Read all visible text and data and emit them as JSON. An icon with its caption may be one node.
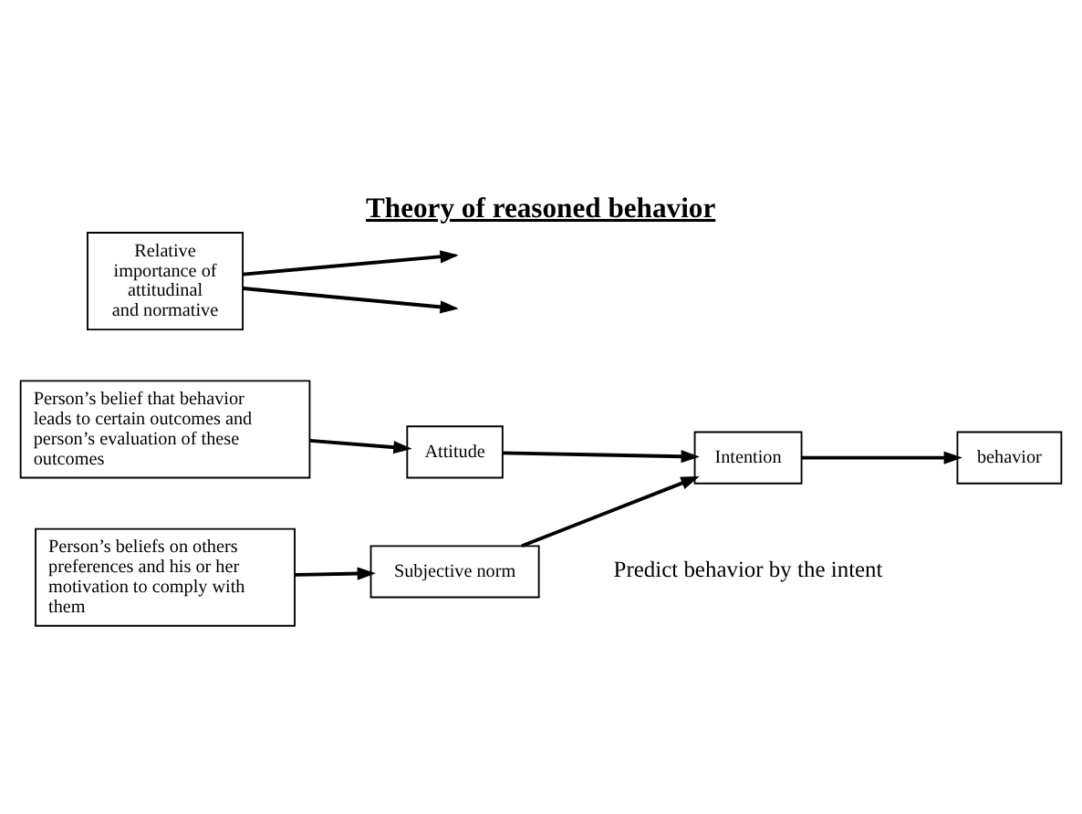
{
  "diagram": {
    "title": "Theory of reasoned behavior",
    "nodes": [
      {
        "text": [
          "Person’s belief that behavior leads to certain outcomes and person’s evaluation of these outcomes"
        ]
      },
      {
        "text": [
          "Attitude"
        ]
      },
      {
        "text": [
          "Relative importance of attitudinal and normative"
        ]
      },
      {
        "text": [
          "Intention"
        ]
      },
      {
        "text": [
          "behavior"
        ]
      },
      {
        "text": [
          "Person’s beliefs on others preferences and his or her motivation to comply with them"
        ]
      },
      {
        "text": [
          "Subjective norm"
        ]
      }
    ],
    "edges": [
      {
        "from": 0,
        "to": 1,
        "arrow": "to"
      },
      {
        "from": 1,
        "to": 3,
        "arrow": "to"
      },
      {
        "from": 2,
        "to": null,
        "arrow": "to"
      },
      {
        "from": 2,
        "to": null,
        "arrow": "to"
      },
      {
        "from": 3,
        "to": 4,
        "arrow": "to"
      },
      {
        "from": 5,
        "to": 6,
        "arrow": "to"
      },
      {
        "from": 6,
        "to": 3,
        "arrow": "to"
      }
    ],
    "labels": [
      "Predict behavior by the intent"
    ]
  }
}
